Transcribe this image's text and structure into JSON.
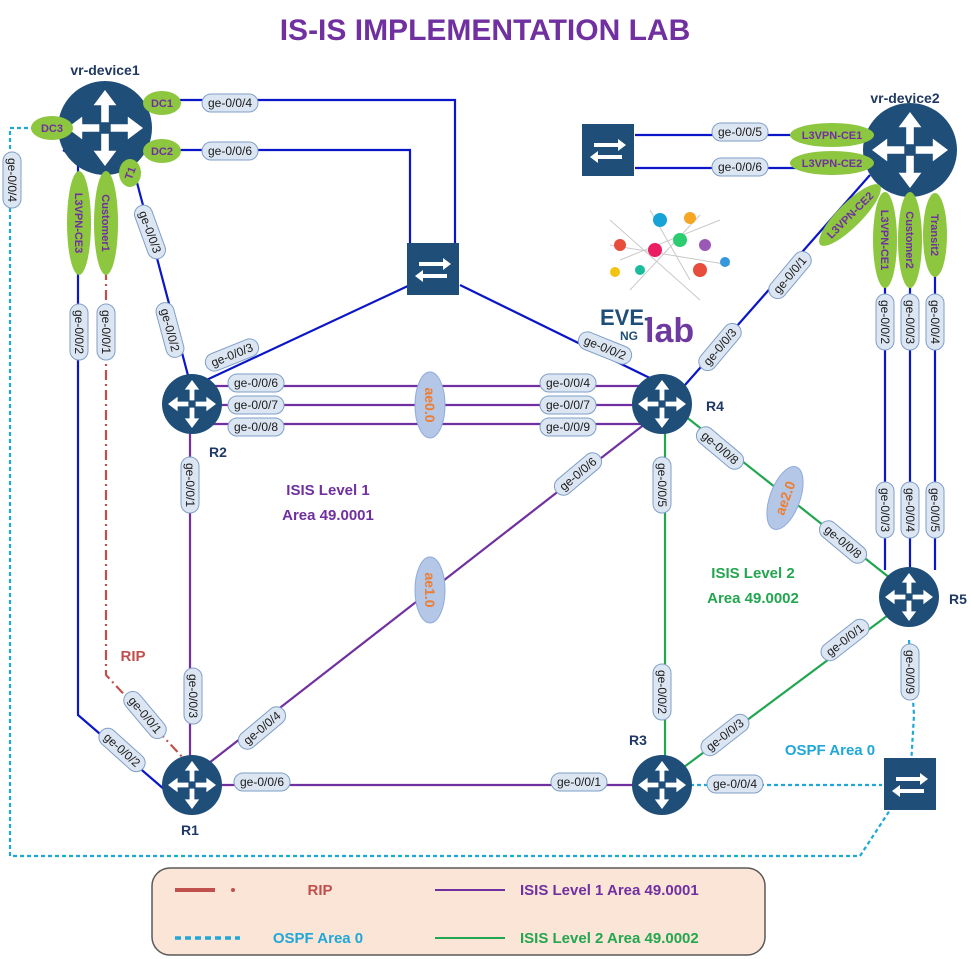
{
  "title": "IS-IS IMPLEMENTATION LAB",
  "colors": {
    "isis_l1": "#7030a0",
    "isis_l2": "#22a650",
    "rip": "#c0504d",
    "ospf": "#1fa7d8",
    "blue_link": "#0b16c8",
    "router": "#1f4e79",
    "interface_fill": "#dce6f2",
    "green_tag": "#8dc63f",
    "ae_fill": "#b4c7e7",
    "legend_bg": "#fbe5d6"
  },
  "devices": {
    "vr1": "vr-device1",
    "vr2": "vr-device2",
    "r1": "R1",
    "r2": "R2",
    "r3": "R3",
    "r4": "R4",
    "r5": "R5"
  },
  "tags": {
    "dc1": "DC1",
    "dc2": "DC2",
    "dc3": "DC3",
    "t1": "T1",
    "l3vpn_ce3": "L3VPN-CE3",
    "customer1": "Customer1",
    "vr2_ce1": "L3VPN-CE1",
    "vr2_ce2": "L3VPN-CE2",
    "vr2_ce2b": "L3VPN-CE2",
    "vr2_ce1b": "L3VPN-CE1",
    "customer2": "Customer2",
    "transit2": "Transit2"
  },
  "interfaces": {
    "vr1_dc1": "ge-0/0/4",
    "vr1_dc2": "ge-0/0/6",
    "vr1_dc3": "ge-0/0/4",
    "vr1_t1": "ge-0/0/3",
    "vr1_ce3": "ge-0/0/2",
    "vr1_cust1": "ge-0/0/1",
    "vr2_sw_top": "ge-0/0/5",
    "vr2_sw_bot": "ge-0/0/6",
    "vr2_r4": "ge-0/0/1",
    "vr2_ce1": "ge-0/0/2",
    "vr2_cust2": "ge-0/0/3",
    "vr2_transit2": "ge-0/0/4",
    "r2_vr1": "ge-0/0/2",
    "r2_sw": "ge-0/0/3",
    "r2_a": "ge-0/0/6",
    "r2_b": "ge-0/0/7",
    "r2_c": "ge-0/0/8",
    "r2_r1": "ge-0/0/1",
    "r4_sw": "ge-0/0/2",
    "r4_vr2": "ge-0/0/3",
    "r4_a": "ge-0/0/4",
    "r4_b": "ge-0/0/7",
    "r4_c": "ge-0/0/9",
    "r4_r1": "ge-0/0/6",
    "r4_r3": "ge-0/0/5",
    "r4_r5": "ge-0/0/8",
    "r5_r4": "ge-0/0/8",
    "r5_vr2a": "ge-0/0/3",
    "r5_vr2b": "ge-0/0/4",
    "r5_vr2c": "ge-0/0/5",
    "r5_r3": "ge-0/0/1",
    "r5_sw": "ge-0/0/9",
    "r1_r2": "ge-0/0/3",
    "r1_r4": "ge-0/0/4",
    "r1_r3": "ge-0/0/6",
    "r1_vr1_rip": "ge-0/0/1",
    "r1_vr1": "ge-0/0/2",
    "r3_r1": "ge-0/0/1",
    "r3_r4": "ge-0/0/2",
    "r3_r5": "ge-0/0/3",
    "r3_sw": "ge-0/0/4"
  },
  "ae": {
    "ae0": "ae0.0",
    "ae1": "ae1.0",
    "ae2": "ae2.0"
  },
  "areas": {
    "l1_line1": "ISIS Level 1",
    "l1_line2": "Area 49.0001",
    "l2_line1": "ISIS Level 2",
    "l2_line2": "Area 49.0002",
    "ospf": "OSPF Area 0",
    "rip": "RIP"
  },
  "logo": {
    "text1": "EVE-",
    "text2": "NG",
    "text3": "lab"
  },
  "legend": {
    "rip": "RIP",
    "ospf": "OSPF Area 0",
    "isis_l1": "ISIS Level 1 Area 49.0001",
    "isis_l2": "ISIS Level 2 Area 49.0002"
  }
}
